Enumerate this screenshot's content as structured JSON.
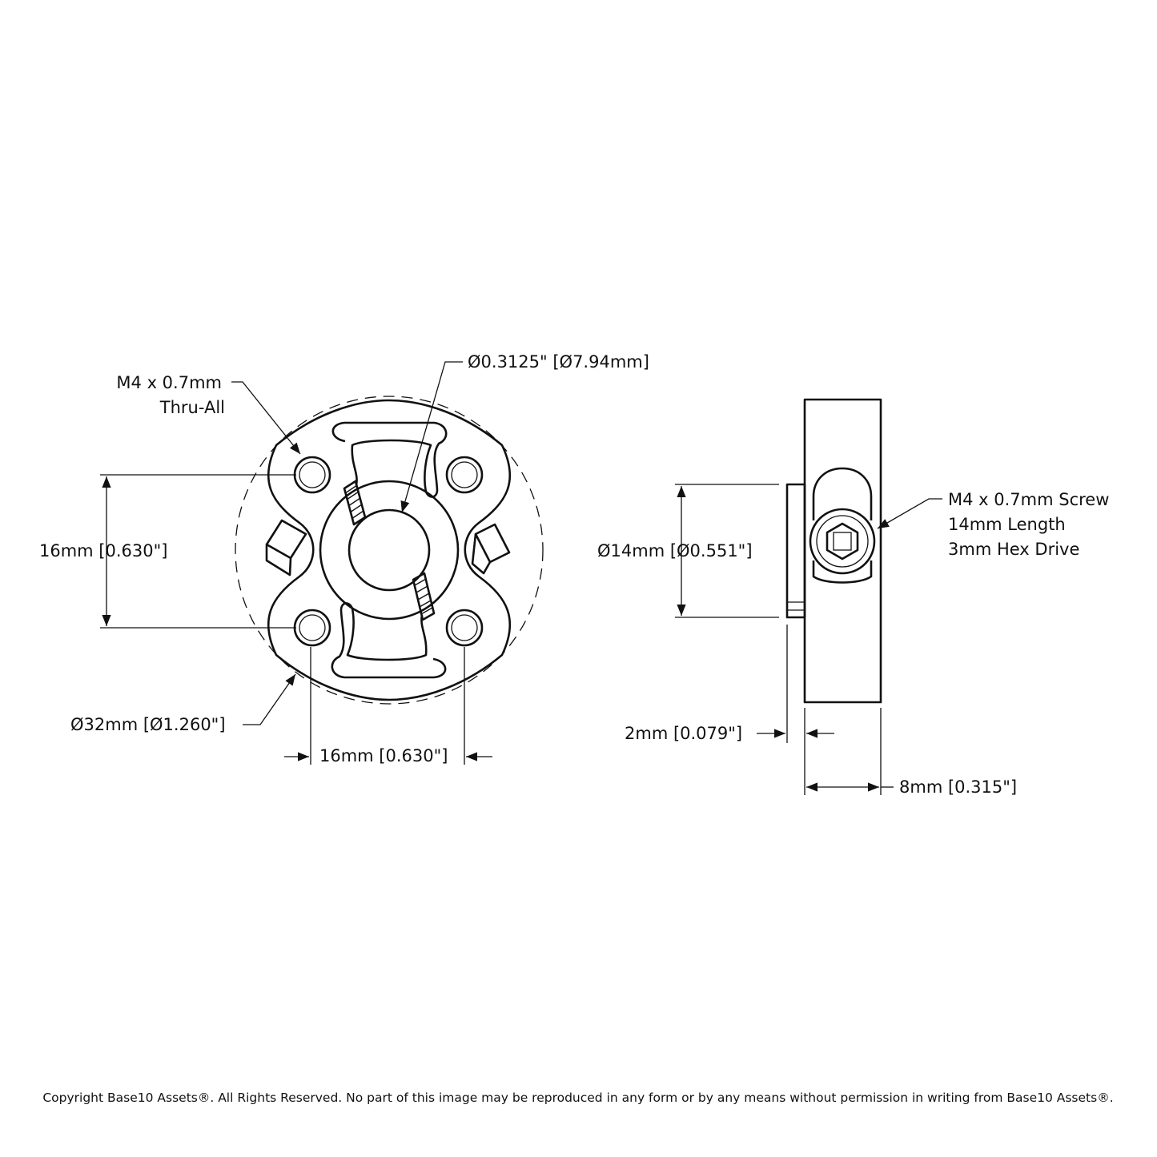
{
  "front_view": {
    "thread_callout": {
      "line1": "M4 x 0.7mm",
      "line2": "Thru-All"
    },
    "bore_diameter": "Ø0.3125\" [Ø7.94mm]",
    "vertical_spacing": "16mm [0.630\"]",
    "outer_diameter": "Ø32mm [Ø1.260\"]",
    "horizontal_spacing": "16mm [0.630\"]"
  },
  "side_view": {
    "hub_diameter": "Ø14mm [Ø0.551\"]",
    "screw_callout": {
      "line1": "M4 x 0.7mm Screw",
      "line2": "14mm Length",
      "line3": "3mm Hex Drive"
    },
    "hub_thickness": "2mm [0.079\"]",
    "total_thickness": "8mm [0.315\"]"
  },
  "copyright": "Copyright Base10 Assets®.  All Rights Reserved. No part of this image may be reproduced in any form or by any means without permission in writing from Base10 Assets®."
}
